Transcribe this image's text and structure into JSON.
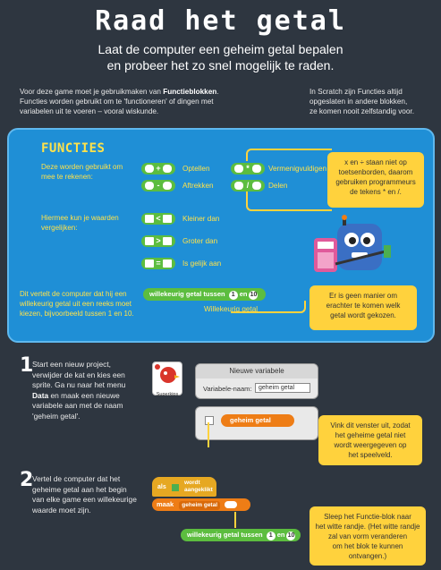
{
  "header": {
    "title": "Raad het getal",
    "subtitle_line1": "Laat de computer een geheim getal bepalen",
    "subtitle_line2": "en probeer het zo snel mogelijk te raden."
  },
  "intro": {
    "left_line1_pre": "Voor deze game moet je gebruikmaken van ",
    "left_line1_bold": "Functieblokken",
    "left_line1_post": ".",
    "left_line2": "Functies worden gebruikt om te 'functioneren' of dingen met",
    "left_line3": "variabelen uit te voeren – vooral wiskunde.",
    "right_line1": "In Scratch zijn Functies altijd",
    "right_line2": "opgeslaten in andere blokken,",
    "right_line3": "ze komen nooit zelfstandig voor."
  },
  "functies": {
    "title": "FUNCTIES",
    "calc_label_1": "Deze worden gebruikt om",
    "calc_label_2": "mee te rekenen:",
    "optellen": "Optellen",
    "aftrekken": "Aftrekken",
    "vermenigvuldigen": "Vermenigvuldigen",
    "delen": "Delen",
    "op_plus": "+",
    "op_minus": "-",
    "op_times": "*",
    "op_div": "/",
    "op_lt": "<",
    "op_gt": ">",
    "op_eq": "=",
    "compare_label_1": "Hiermee kun je waarden",
    "compare_label_2": "vergelijken:",
    "kleiner": "Kleiner dan",
    "groter": "Groter dan",
    "gelijk": "Is gelijk aan",
    "random_label_1": "Dit vertelt de computer dat hij een",
    "random_label_2": "willekeurig getal uit een reeks moet",
    "random_label_3": "kiezen, bijvoorbeeld tussen 1 en 10.",
    "random_block_pre": "willekeurig getal tussen",
    "random_block_mid": "en",
    "random_from": "1",
    "random_to": "10",
    "willekeurig_getal": "Willekeurig getal",
    "note_signs_1": "x en ÷ staan niet op",
    "note_signs_2": "toetsenborden, daarom",
    "note_signs_3": "gebruiken programmeurs",
    "note_signs_4": "de tekens * en /.",
    "note_secret_1": "Er is geen manier om",
    "note_secret_2": "erachter te komen welk",
    "note_secret_3": "getal wordt gekozen."
  },
  "step1": {
    "number": "1",
    "line1": "Start een nieuw project,",
    "line2": "verwijder de kat en kies een",
    "line3": "sprite. Ga nu naar het menu",
    "line4_bold": "Data",
    "line4_post": " en maak een nieuwe",
    "line5": "variabele aan met de naam",
    "line6": "'geheim getal'.",
    "sprite_name": "Superkips",
    "dialog_title": "Nieuwe variabele",
    "dialog_label": "Variabele-naam:",
    "dialog_value": "geheim getal",
    "var_block": "geheim getal",
    "note_1": "Vink dit venster uit, zodat",
    "note_2": "het geheime getal niet",
    "note_3": "wordt weergegeven op",
    "note_4": "het speelveld."
  },
  "step2": {
    "number": "2",
    "line1": "Vertel de computer dat het",
    "line2": "geheime getal aan het begin",
    "line3": "van elke game een willekeurige",
    "line4": "waarde moet zijn.",
    "event_pre": "als",
    "event_post_1": "wordt",
    "event_post_2": "aangeklikt",
    "set_pre": "maak",
    "set_var": "geheim getal",
    "random_block_pre": "willekeurig getal tussen",
    "random_block_mid": "en",
    "random_from": "1",
    "random_to": "10",
    "note_1": "Sleep het Functie-blok naar",
    "note_2": "het witte randje. (Het witte randje",
    "note_3": "zal van vorm veranderen",
    "note_4": "om het blok te kunnen",
    "note_5": "ontvangen.)"
  }
}
